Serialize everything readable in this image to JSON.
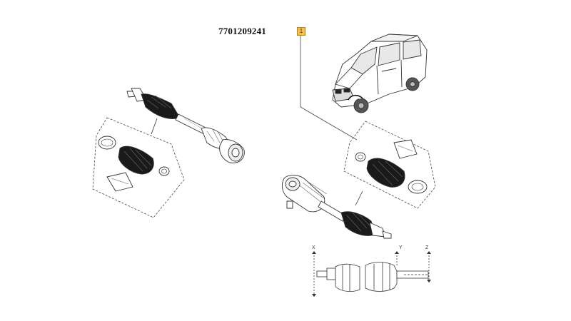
{
  "part_number": "7701209241",
  "callout": "1",
  "dimension_labels": {
    "x": "X",
    "y": "Y",
    "z": "Z"
  }
}
